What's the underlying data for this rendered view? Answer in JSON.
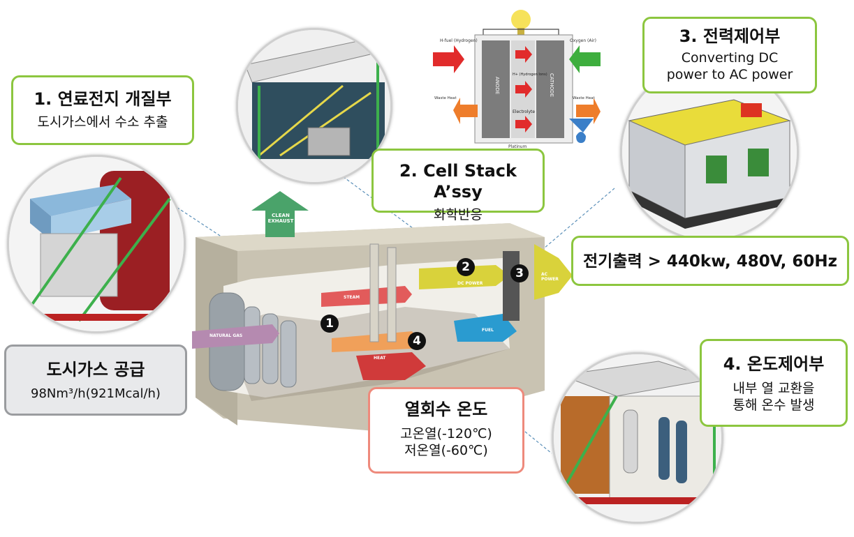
{
  "callouts": {
    "fuel": {
      "title": "1. 연료전지 개질부",
      "sub": "도시가스에서 수소 추출"
    },
    "stack": {
      "title": "2. Cell Stack A’ssy",
      "sub": "화학반응"
    },
    "power": {
      "title": "3. 전력제어부",
      "sub1": "Converting DC",
      "sub2": "power to AC power"
    },
    "output": {
      "title": "전기출력 > 440kw, 480V, 60Hz"
    },
    "temp": {
      "title": "4. 온도제어부",
      "sub1": "내부 열 교환을",
      "sub2": "통해 온수 발생"
    },
    "gas": {
      "title": "도시가스 공급",
      "sub": "98Nm³/h(921Mcal/h)"
    },
    "heat": {
      "title": "열회수 온도",
      "sub1": "고온열(-120℃)",
      "sub2": "저온열(-60℃)"
    }
  },
  "markers": [
    "1",
    "2",
    "3",
    "4"
  ],
  "flows": {
    "exhaust": "CLEAN EXHAUST",
    "natural_gas": "NATURAL GAS",
    "steam": "STEAM",
    "dc_power": "DC POWER",
    "ac_power": "AC POWER",
    "fuel": "FUEL",
    "water": "HEAT"
  },
  "cell_diagram": {
    "fuel_in": "H-fuel (Hydrogen)",
    "oxygen_in": "Oxygen (Air)",
    "anode": "ANODE",
    "cathode": "CATHODE",
    "electrolyte": "Electrolyte",
    "membrane": "H+ (Hydrogen Ions)",
    "waste_left": "Waste Heat",
    "waste_right": "Waste Heat",
    "platinum": "Platinum"
  },
  "colors": {
    "callout_border": "#8cc63f",
    "gas_border": "#9a9c9f",
    "heat_border": "#ee8a7c"
  }
}
